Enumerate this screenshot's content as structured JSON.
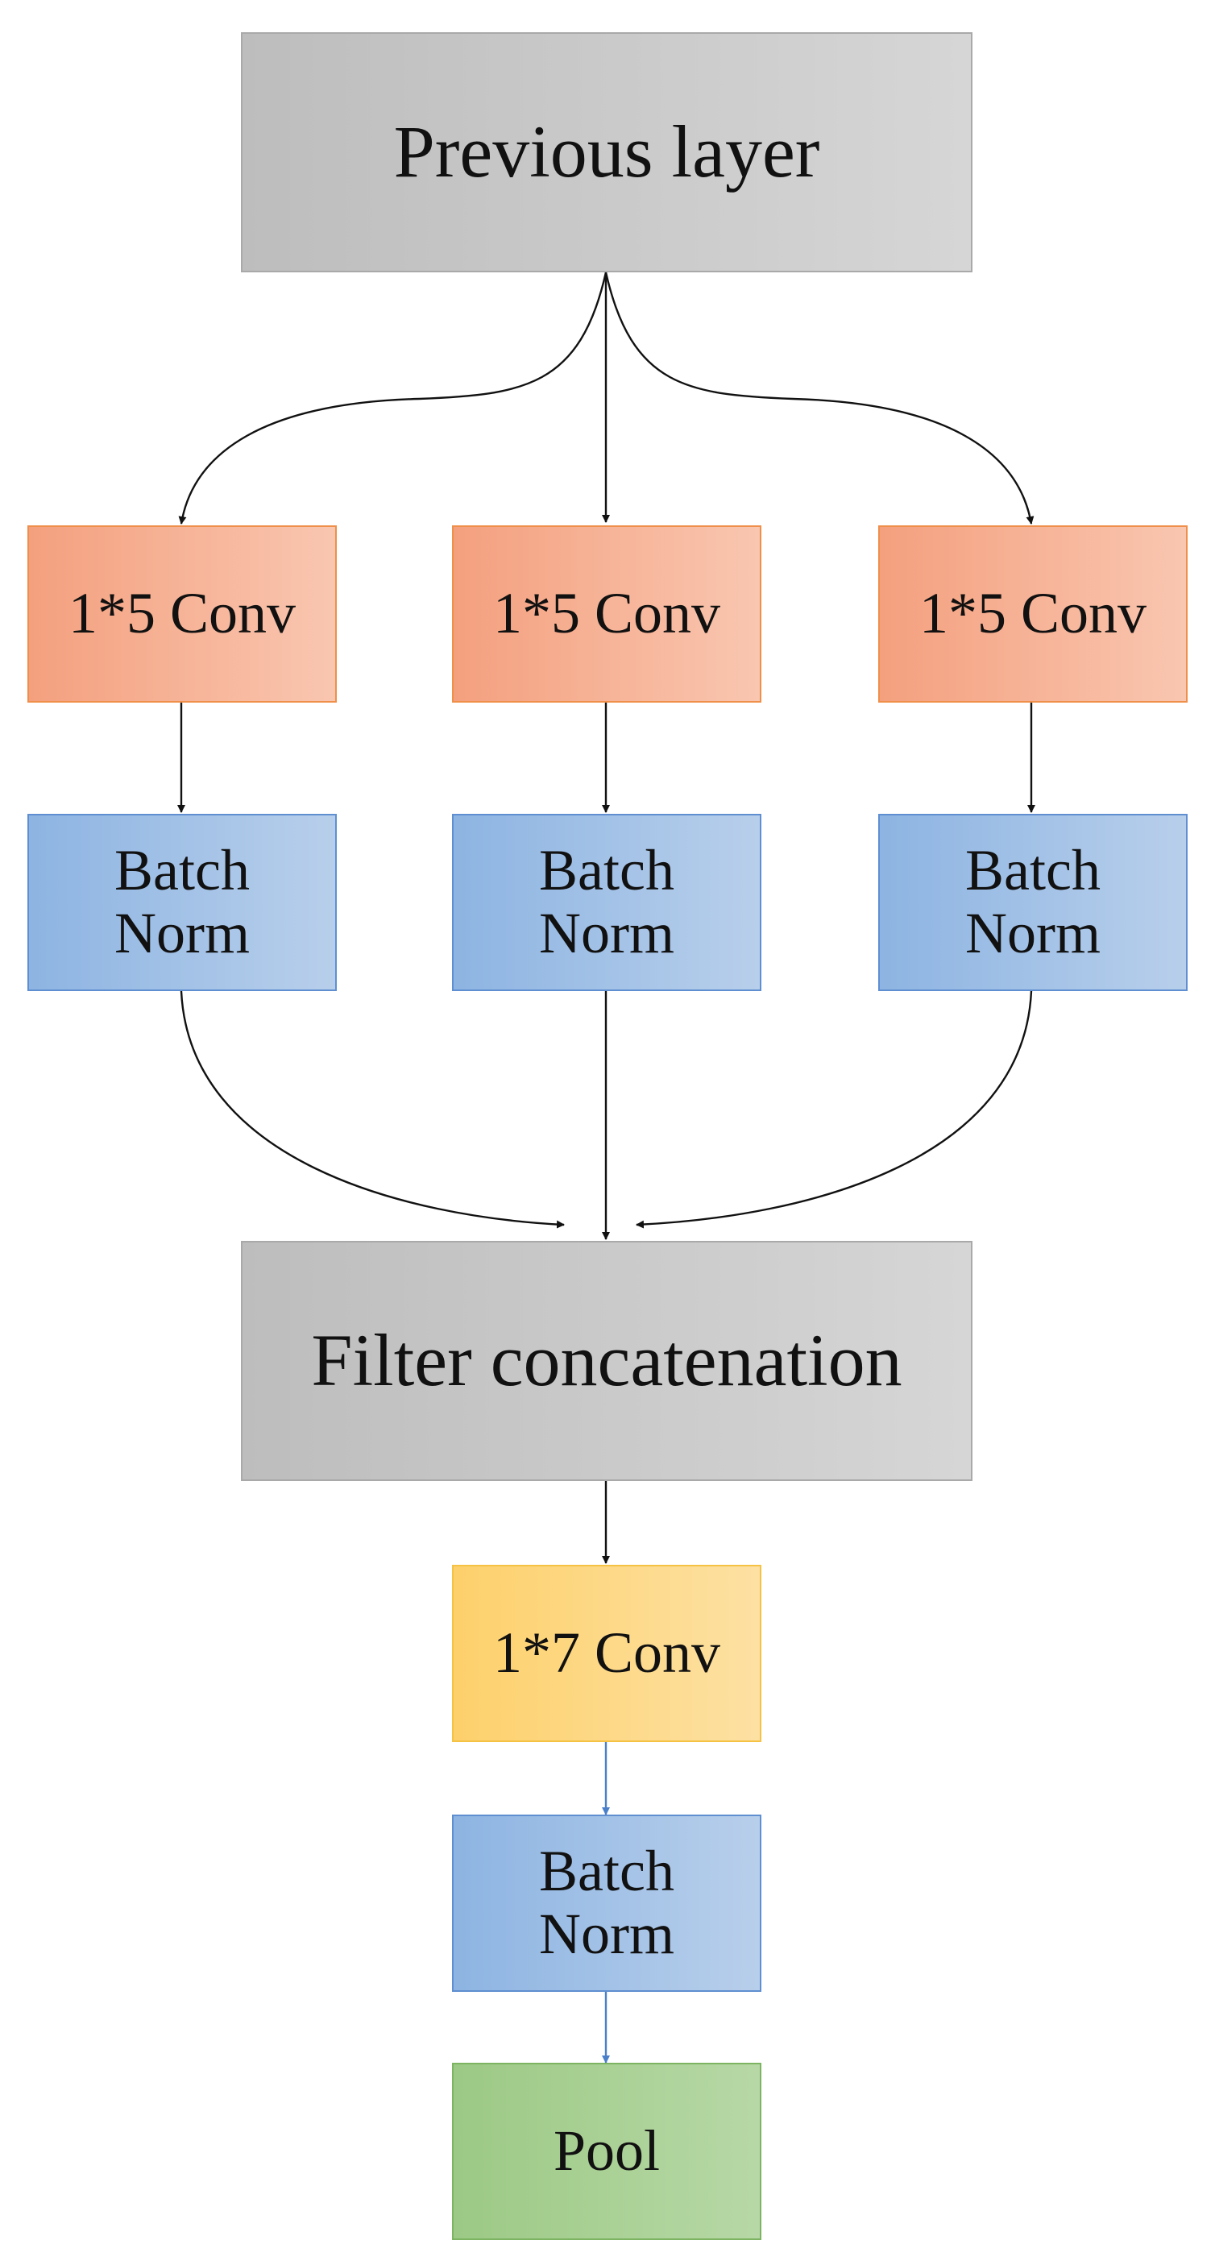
{
  "nodes": {
    "previous_layer": "Previous layer",
    "conv_left": "1*5 Conv",
    "conv_middle": "1*5 Conv",
    "conv_right": "1*5 Conv",
    "bn_left": "Batch\nNorm",
    "bn_middle": "Batch\nNorm",
    "bn_right": "Batch\nNorm",
    "filter_concat": "Filter concatenation",
    "conv_7": "1*7 Conv",
    "bn_bottom": "Batch\nNorm",
    "pool": "Pool"
  },
  "colors": {
    "gray": "#cfcfcf",
    "orange": "#f7b396",
    "blue": "#a3c2e7",
    "yellow": "#fdd88a",
    "green": "#a9d095",
    "edge_black": "#111111",
    "edge_blue": "#4a7fc9"
  },
  "edges": [
    {
      "from": "previous_layer",
      "to": "conv_left"
    },
    {
      "from": "previous_layer",
      "to": "conv_middle"
    },
    {
      "from": "previous_layer",
      "to": "conv_right"
    },
    {
      "from": "conv_left",
      "to": "bn_left"
    },
    {
      "from": "conv_middle",
      "to": "bn_middle"
    },
    {
      "from": "conv_right",
      "to": "bn_right"
    },
    {
      "from": "bn_left",
      "to": "filter_concat"
    },
    {
      "from": "bn_middle",
      "to": "filter_concat"
    },
    {
      "from": "bn_right",
      "to": "filter_concat"
    },
    {
      "from": "filter_concat",
      "to": "conv_7"
    },
    {
      "from": "conv_7",
      "to": "bn_bottom"
    },
    {
      "from": "bn_bottom",
      "to": "pool"
    }
  ]
}
